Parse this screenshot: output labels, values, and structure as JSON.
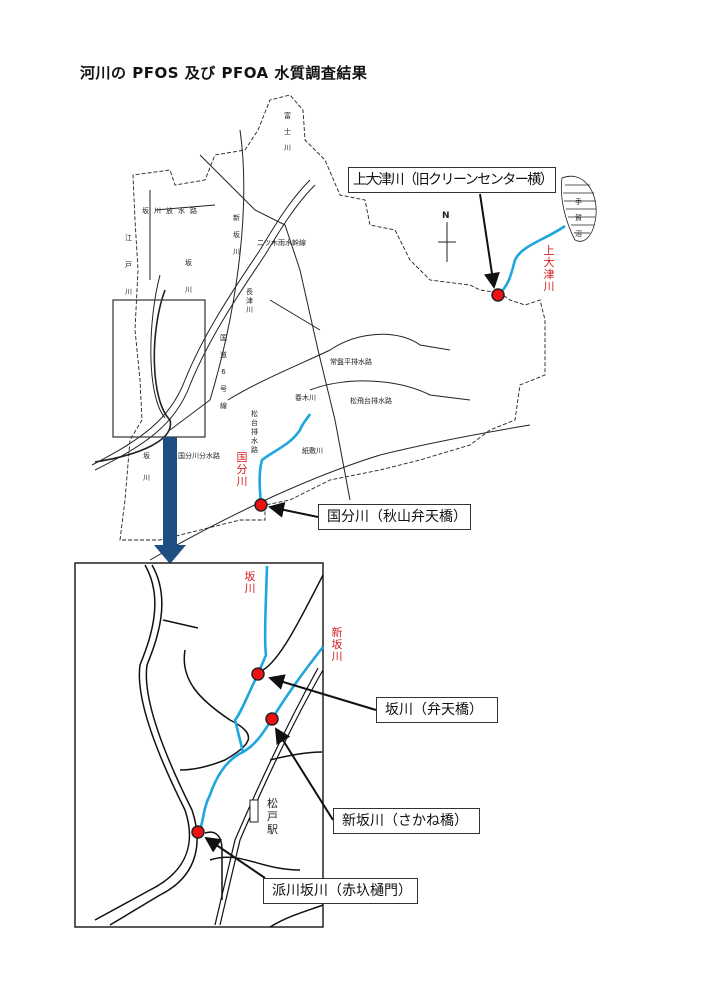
{
  "title": "河川の PFOS 及び PFOA 水質調査結果",
  "callouts": {
    "kamiotsu": "上大津川（旧クリーンセンター横）",
    "kokubun": "国分川（秋山弁天橋）",
    "sakagawa": "坂川（弁天橋）",
    "shinsakagawa": "新坂川（さかね橋）",
    "hasen": "派川坂川（赤圦樋門）"
  },
  "river_labels_red": {
    "kamiotsu": "上大津川",
    "kokubun": "国分川",
    "sakagawa": "坂川",
    "shinsakagawa": "新坂川"
  },
  "map_labels": {
    "fujikawa": "富士川",
    "sakagawa_hosuiro": "坂川放水路",
    "edogawa": "江戸川",
    "shinsakagawa": "新坂川",
    "sakagawa": "坂川",
    "sakagawa_south": "坂川",
    "futatsugi": "二ツ木雨水幹線",
    "nagatsugawa": "長津川",
    "route6": "国道6号線",
    "tokiwadaira": "常盤平排水路",
    "harukigawa": "春木川",
    "matsuhidai": "松飛台排水路",
    "kamishikigawa": "紙敷川",
    "kokubun_bunsuiro": "国分川分水路",
    "matsudai": "松台排水路",
    "teganuma": "手賀沼",
    "north": "N",
    "matsudo_station": "松戸駅"
  },
  "colors": {
    "river": "#1ea6dd",
    "site": "#ee1111",
    "arrow": "#1f4e82",
    "label_red": "#d21f1f"
  }
}
